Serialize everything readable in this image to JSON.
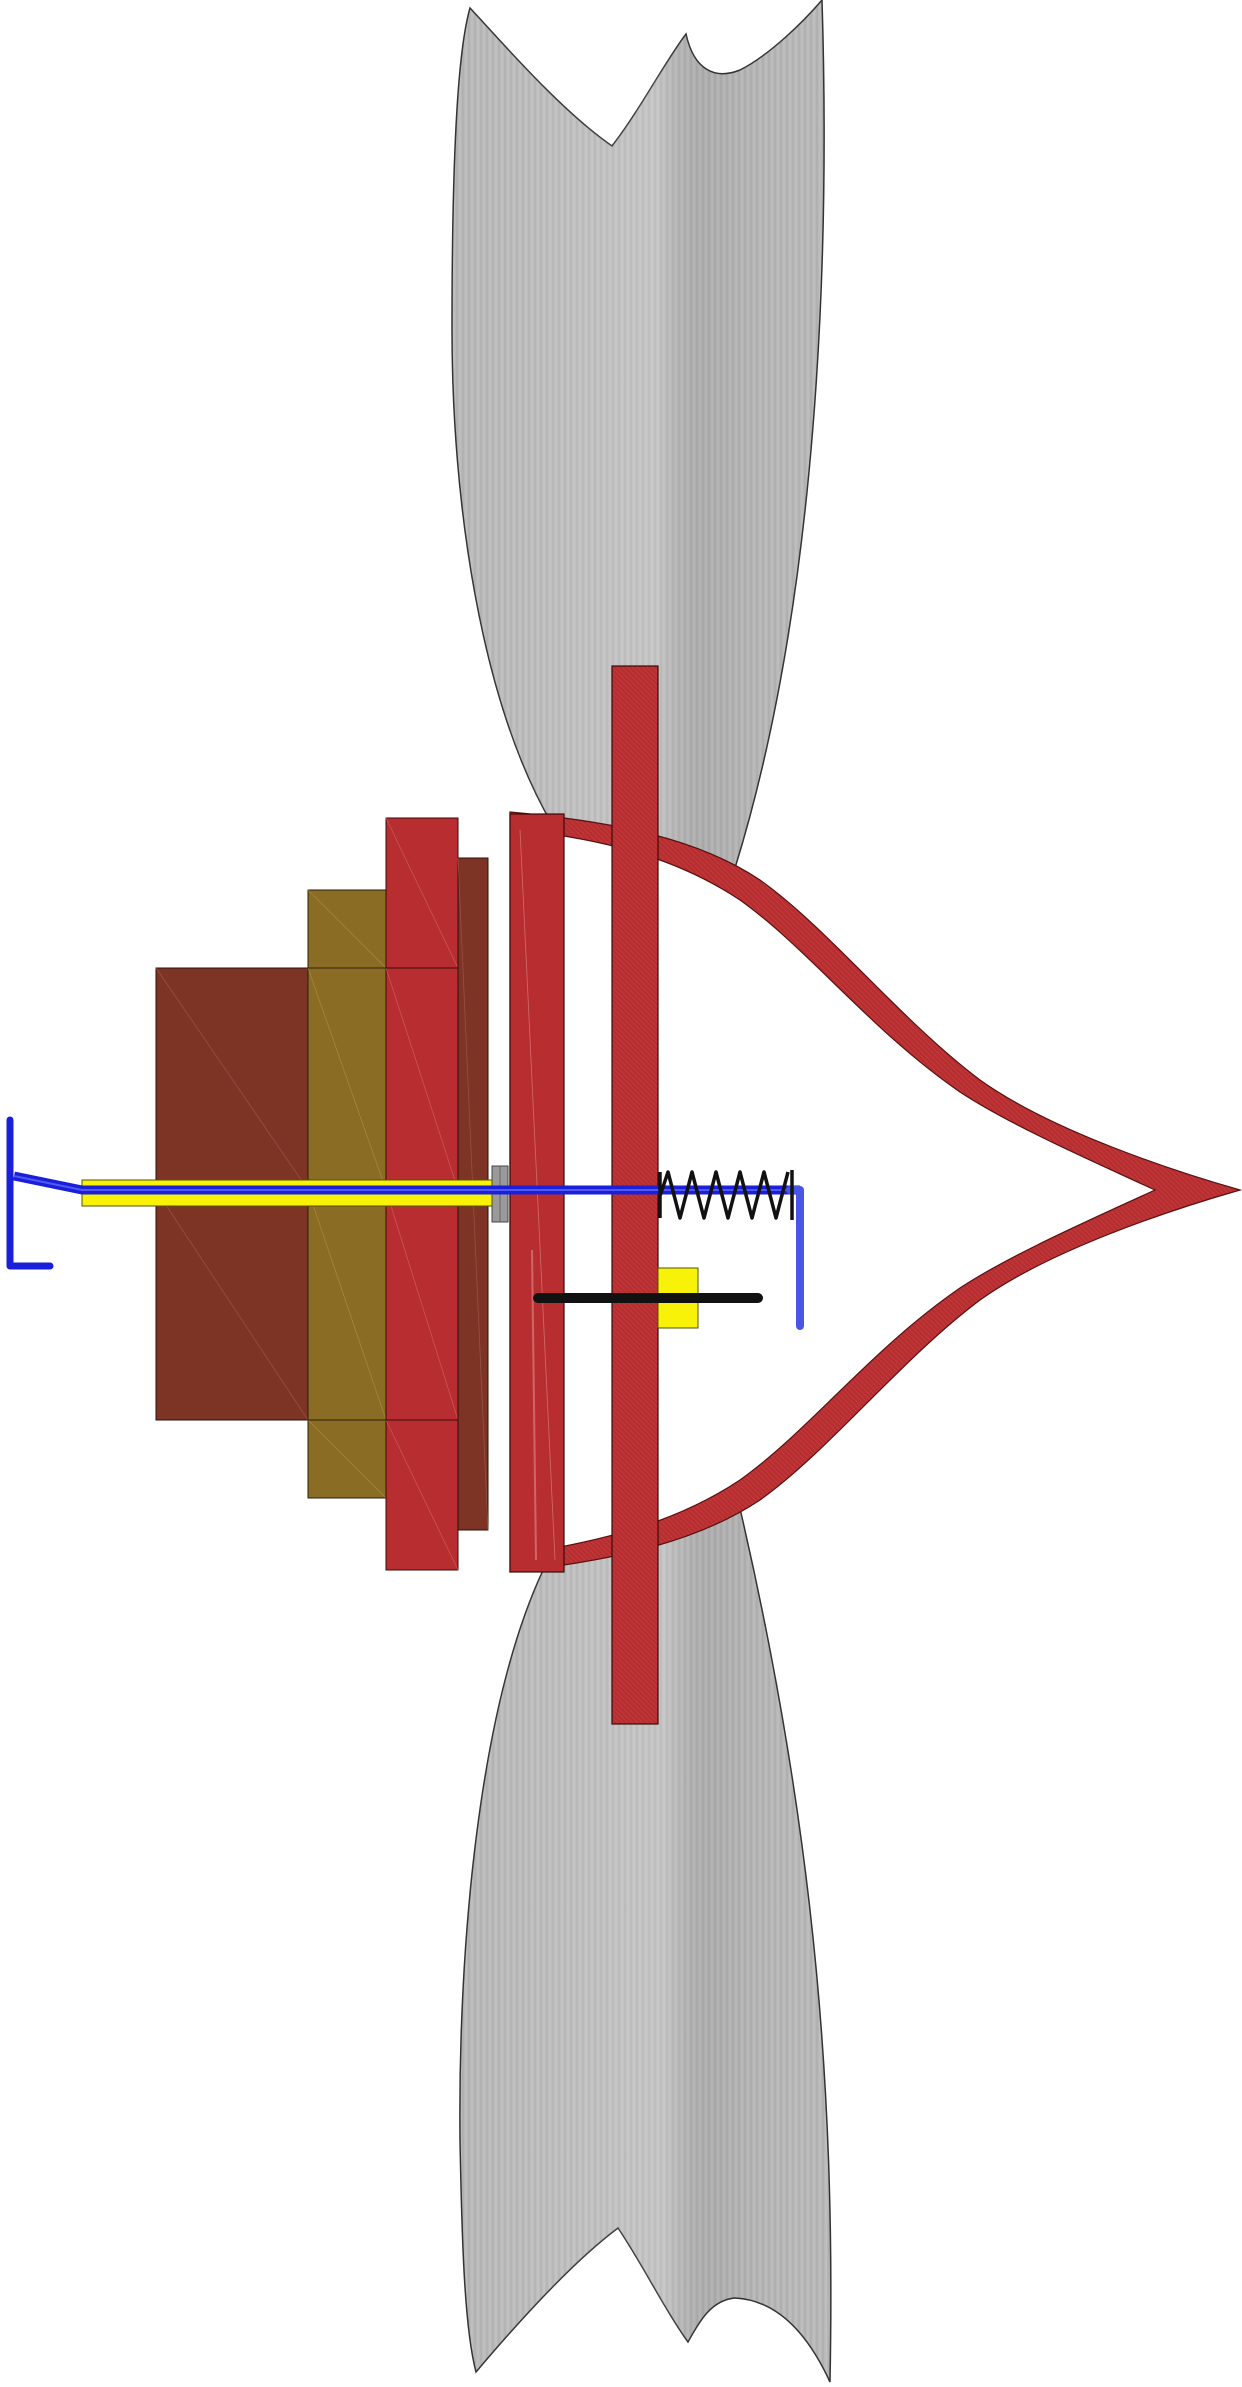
{
  "diagram": {
    "kind": "mechanical-assembly-cross-section",
    "background": "#ffffff",
    "colors": {
      "blade_fill": "#b8b8b8",
      "blade_stroke": "#333333",
      "red_part": "#b82e30",
      "red_part_light": "#cc5658",
      "dark_brown": "#7e3425",
      "olive_brown": "#8b6c25",
      "shaft_blue": "#1a1fd9",
      "lever_blue": "#4a55e6",
      "spacer_yellow": "#f7f207",
      "spring_black": "#111111",
      "pin_black": "#111111",
      "washer_gray": "#9a9a9a"
    },
    "components": [
      {
        "name": "propeller-blade-upper",
        "kind": "blade"
      },
      {
        "name": "propeller-blade-lower",
        "kind": "blade"
      },
      {
        "name": "spinner-cone",
        "kind": "hub-shell"
      },
      {
        "name": "spinner-backplate",
        "kind": "plate"
      },
      {
        "name": "propeller-hub-bar",
        "kind": "bar"
      },
      {
        "name": "motor-mount-block",
        "kind": "block"
      },
      {
        "name": "olive-spacer-block",
        "kind": "block"
      },
      {
        "name": "red-flange-block",
        "kind": "block"
      },
      {
        "name": "thin-brown-plate",
        "kind": "plate"
      },
      {
        "name": "axle-shaft",
        "kind": "shaft"
      },
      {
        "name": "yellow-shaft-sleeve",
        "kind": "sleeve"
      },
      {
        "name": "coil-spring",
        "kind": "spring"
      },
      {
        "name": "cross-pin",
        "kind": "pin"
      },
      {
        "name": "yellow-pin-block",
        "kind": "block"
      },
      {
        "name": "t-handle-lever",
        "kind": "lever"
      },
      {
        "name": "hooked-shaft-end",
        "kind": "lever"
      },
      {
        "name": "gray-washer",
        "kind": "washer"
      }
    ]
  }
}
